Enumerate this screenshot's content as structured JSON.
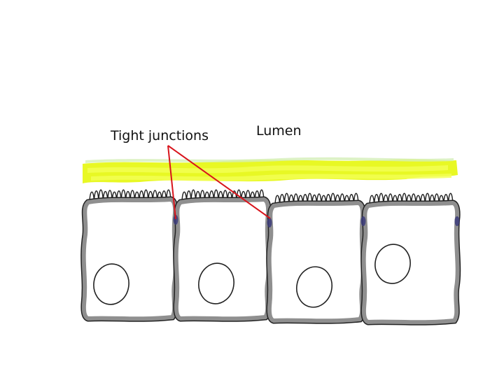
{
  "labels": {
    "tight_junctions": "Tight junctions",
    "lumen": "Lumen"
  },
  "colors": {
    "mucus": "#e6f70c",
    "mucus_highlight": "#f3ff55",
    "mucus_tint": "#d4efb8",
    "cell_outline": "#222222",
    "cell_wall": "#8f8f8f",
    "junction_band": "#c9c9ec",
    "junction_dot": "#3b3b7a",
    "pointer_line": "#d8141c"
  },
  "cells": [
    {
      "name": "cell-1"
    },
    {
      "name": "cell-2"
    },
    {
      "name": "cell-3"
    },
    {
      "name": "cell-4"
    }
  ]
}
